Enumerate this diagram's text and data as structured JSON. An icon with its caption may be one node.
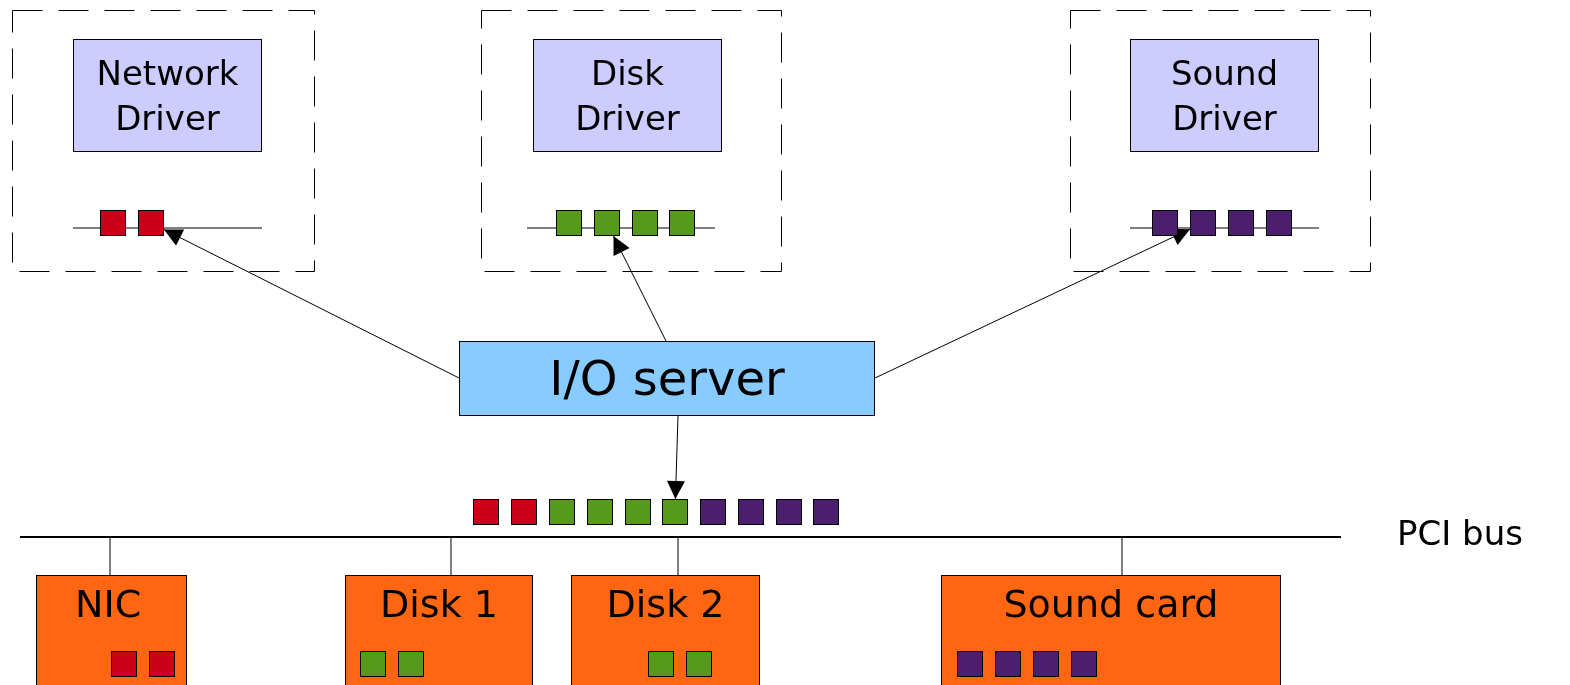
{
  "diagram": {
    "nodes": [
      {
        "text": [],
        "shape": "box"
      },
      {
        "text": [
          "Network Driver"
        ],
        "in": 0
      },
      {
        "text": [],
        "shape": "box",
        "in": 0
      },
      {
        "text": [],
        "shape": "box",
        "in": 0
      },
      {
        "text": [],
        "shape": "box"
      },
      {
        "text": [
          "Disk Driver"
        ],
        "in": 4
      },
      {
        "text": [],
        "shape": "box",
        "in": 4
      },
      {
        "text": [],
        "shape": "box",
        "in": 4
      },
      {
        "text": [],
        "shape": "box",
        "in": 4
      },
      {
        "text": [],
        "shape": "box",
        "in": 4
      },
      {
        "text": [],
        "shape": "box"
      },
      {
        "text": [
          "Sound Driver"
        ],
        "in": 10
      },
      {
        "text": [],
        "shape": "box",
        "in": 10
      },
      {
        "text": [],
        "shape": "box",
        "in": 10
      },
      {
        "text": [],
        "shape": "box",
        "in": 10
      },
      {
        "text": [],
        "shape": "box",
        "in": 10
      },
      {
        "text": [
          "I/O server"
        ]
      },
      {
        "text": [],
        "shape": "box"
      },
      {
        "text": [],
        "shape": "box"
      },
      {
        "text": [],
        "shape": "box"
      },
      {
        "text": [],
        "shape": "box"
      },
      {
        "text": [],
        "shape": "box"
      },
      {
        "text": [],
        "shape": "box"
      },
      {
        "text": [],
        "shape": "box"
      },
      {
        "text": [],
        "shape": "box"
      },
      {
        "text": [],
        "shape": "box"
      },
      {
        "text": [],
        "shape": "box"
      },
      {
        "text": [],
        "shape": "bar",
        "beside": [
          "PCI bus"
        ]
      },
      {
        "text": [
          "NIC"
        ]
      },
      {
        "text": [],
        "shape": "box",
        "in": 28
      },
      {
        "text": [],
        "shape": "box",
        "in": 28
      },
      {
        "text": [
          "Disk 1"
        ]
      },
      {
        "text": [],
        "shape": "box",
        "in": 31
      },
      {
        "text": [],
        "shape": "box",
        "in": 31
      },
      {
        "text": [
          "Disk 2"
        ]
      },
      {
        "text": [],
        "shape": "box",
        "in": 34
      },
      {
        "text": [],
        "shape": "box",
        "in": 34
      },
      {
        "text": [
          "Sound card"
        ]
      },
      {
        "text": [],
        "shape": "box",
        "in": 37
      },
      {
        "text": [],
        "shape": "box",
        "in": 37
      },
      {
        "text": [],
        "shape": "box",
        "in": 37
      },
      {
        "text": [],
        "shape": "box",
        "in": 37
      }
    ],
    "edges": [
      {
        "from": 16,
        "to": 3,
        "arrow": "to"
      },
      {
        "from": 16,
        "to": 7,
        "arrow": "to"
      },
      {
        "from": 16,
        "to": 13,
        "arrow": "to"
      },
      {
        "from": 16,
        "to": 22,
        "arrow": "to"
      },
      {
        "from": 27,
        "to": 28,
        "arrow": "none"
      },
      {
        "from": 27,
        "to": 31,
        "arrow": "none"
      },
      {
        "from": 27,
        "to": 34,
        "arrow": "none"
      },
      {
        "from": 27,
        "to": 37,
        "arrow": "none"
      }
    ]
  }
}
